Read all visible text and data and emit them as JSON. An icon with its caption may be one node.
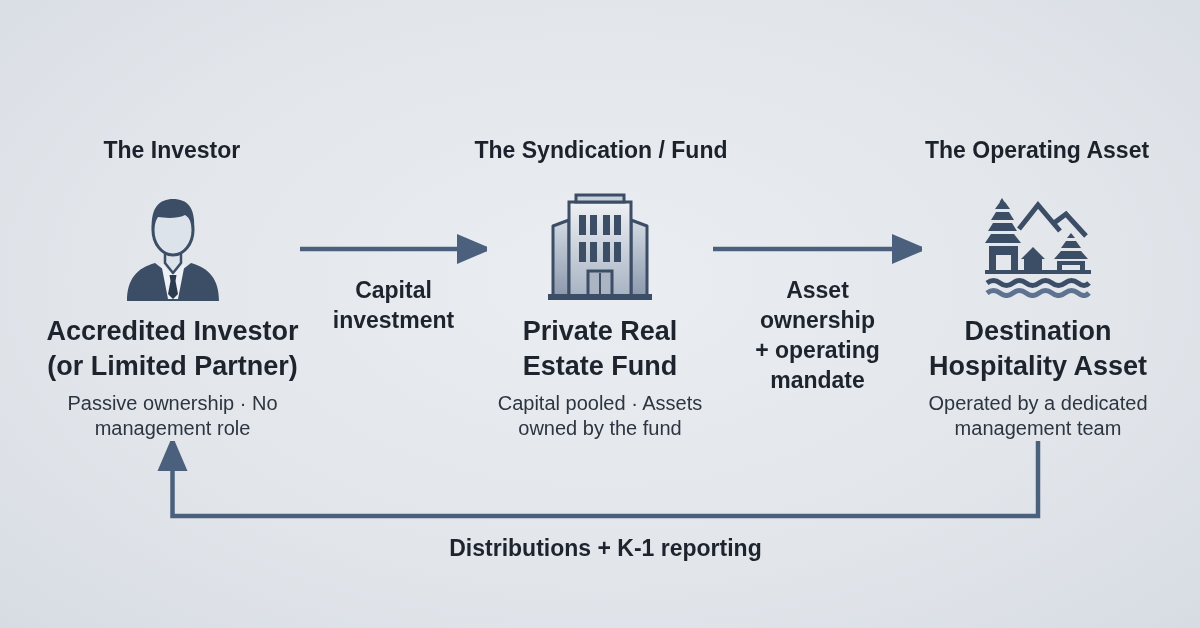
{
  "diagram": {
    "nodes": [
      {
        "text": [
          "Accredited Investor (or Limited Partner)",
          "Passive ownership · No management role"
        ]
      },
      {
        "text": [
          "Private Real Estate Fund",
          "Capital pooled · Assets owned by the fund"
        ]
      },
      {
        "text": [
          "Destination Hospitality Asset",
          "Operated by a dedicated management team"
        ]
      }
    ],
    "edges": [
      {
        "from": 0,
        "to": 1,
        "arrow": "to",
        "label": "Capital investment"
      },
      {
        "from": 1,
        "to": 2,
        "arrow": "to",
        "label": "Asset ownership + operating mandate"
      },
      {
        "from": 2,
        "to": 0,
        "arrow": "to",
        "label": "Distributions + K-1 reporting"
      }
    ],
    "labels": [
      "The Investor",
      "The Syndication / Fund",
      "The Operating Asset"
    ]
  }
}
